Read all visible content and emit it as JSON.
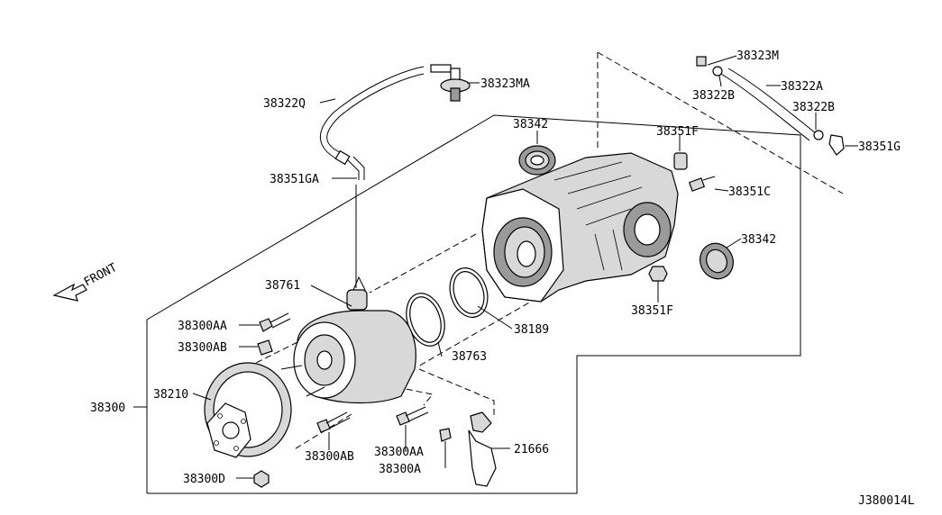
{
  "diagram_code": "J380014L",
  "front_label": "FRONT",
  "parts": {
    "p38323M": "38323M",
    "p38323MA": "38323MA",
    "p38322A": "38322A",
    "p38322Q": "38322Q",
    "p38322B_top": "38322B",
    "p38322B_right": "38322B",
    "p38351G": "38351G",
    "p38342_top": "38342",
    "p38351F_top": "38351F",
    "p38351GA": "38351GA",
    "p38351C": "38351C",
    "p38342_right": "38342",
    "p38761": "38761",
    "p38351F_bottom": "38351F",
    "p38189": "38189",
    "p38300AA_left": "38300AA",
    "p38300AB_left": "38300AB",
    "p38763": "38763",
    "p38210": "38210",
    "p38300": "38300",
    "p38300AB_bottom": "38300AB",
    "p38300AA_bottom": "38300AA",
    "p21666": "21666",
    "p38300A": "38300A",
    "p38300D": "38300D"
  }
}
